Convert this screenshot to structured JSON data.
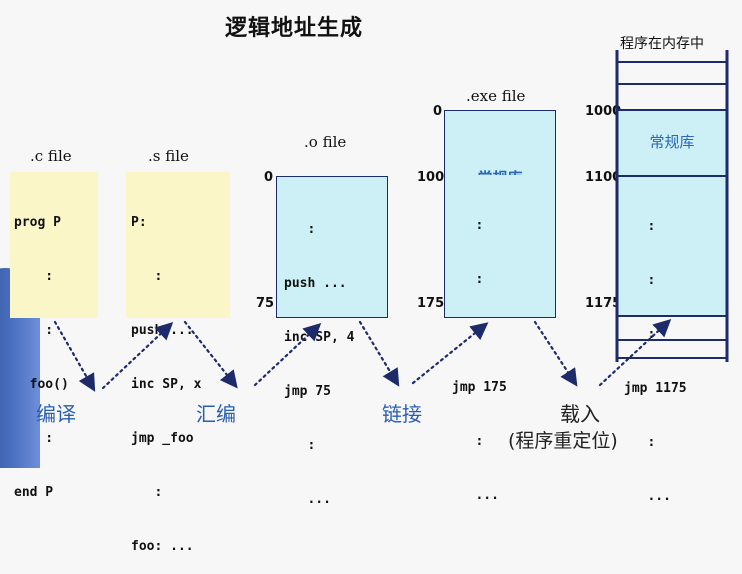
{
  "title": "逻辑地址生成",
  "files": {
    "c": {
      "label": ".c file",
      "lines": [
        "prog P",
        "    :",
        "    :",
        "  foo()",
        "    :",
        "end P"
      ]
    },
    "s": {
      "label": ".s file",
      "lines": [
        "P:",
        "   :",
        "push ...",
        "inc SP, x",
        "jmp _foo",
        "   :",
        "foo: ..."
      ]
    },
    "o": {
      "label": ".o file",
      "addr_top": "0",
      "addr_bottom": "75",
      "lines": [
        "   :",
        "push ...",
        "inc SP, 4",
        "jmp 75",
        "   :",
        "   ..."
      ]
    },
    "exe": {
      "label": ".exe file",
      "addr_top": "0",
      "addr_mid": "100",
      "addr_bottom": "175",
      "lib_label": "常规库",
      "lines": [
        "   :",
        "   :",
        "   :",
        "jmp 175",
        "   :",
        "   ..."
      ]
    },
    "mem": {
      "label": "程序在内存中",
      "addr_top": "1000",
      "addr_mid": "1100",
      "addr_bottom": "1175",
      "lib_label": "常规库",
      "lines": [
        "   :",
        "   :",
        "   :",
        "jmp 1175",
        "   :",
        "   ..."
      ]
    }
  },
  "steps": {
    "compile": "编译",
    "assemble": "汇编",
    "link": "链接",
    "load": "载入",
    "load_note": "(程序重定位)"
  },
  "colors": {
    "yellow_box": "#fbf6c8",
    "cyan_box": "#ccf0f6",
    "border": "#1d2b6b",
    "step_blue": "#2a5fb0",
    "lib_blue": "#2a68b8"
  }
}
